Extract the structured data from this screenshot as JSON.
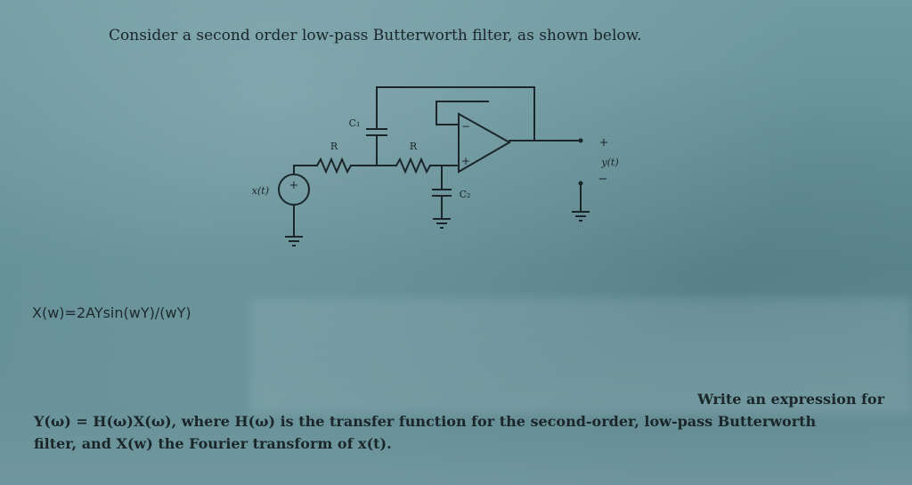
{
  "problem": {
    "intro": "Consider a second order low-pass Butterworth filter, as shown below.",
    "given": "X(w)=2AYsin(wY)/(wY)",
    "question_line1": "Write an expression for",
    "question_line2": "Y(ω) = H(ω)X(ω), where H(ω) is the transfer function for the second-order, low-pass Butterworth",
    "question_line3": "filter, and X(w) the Fourier transform of x(t)."
  },
  "circuit": {
    "source_label": "x(t)",
    "source_polarity": "+",
    "r1_label": "R",
    "r2_label": "R",
    "c1_label": "C₁",
    "c2_label": "C₂",
    "opamp_minus": "−",
    "opamp_plus": "+",
    "output_label": "y(t)",
    "output_plus": "+",
    "output_minus": "−"
  },
  "colors": {
    "ink": "#1a2629",
    "background": "#6f9aa0"
  }
}
